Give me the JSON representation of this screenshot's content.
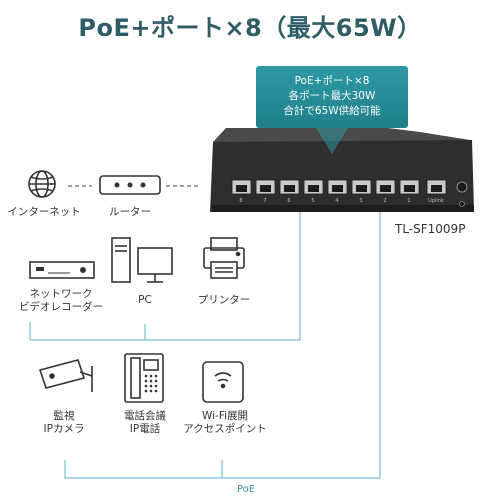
{
  "title": "PoE+ポート×8（最大65W）",
  "callout": {
    "line1": "PoE+ポート×8",
    "line2": "各ポート最大30W",
    "line3": "合計で65W供給可能"
  },
  "model": "TL-SF1009P",
  "switch": {
    "port_numbers": [
      "8",
      "7",
      "6",
      "5",
      "4",
      "3",
      "2",
      "1"
    ],
    "uplink_label": "Uplink"
  },
  "nodes": {
    "internet": "インターネット",
    "router": "ルーター",
    "nvr_line1": "ネットワーク",
    "nvr_line2": "ビデオレコーダー",
    "pc": "PC",
    "printer": "プリンター",
    "camera_line1": "監視",
    "camera_line2": "IPカメラ",
    "phone_line1": "電話会議",
    "phone_line2": "IP電話",
    "ap_line1": "Wi-Fi展開",
    "ap_line2": "アクセスポイント"
  },
  "poe_label": "PoE",
  "colors": {
    "title": "#2f5d67",
    "callout": "#2a8e9a",
    "link_line": "#7cc2d6",
    "icon_stroke": "#333333"
  }
}
